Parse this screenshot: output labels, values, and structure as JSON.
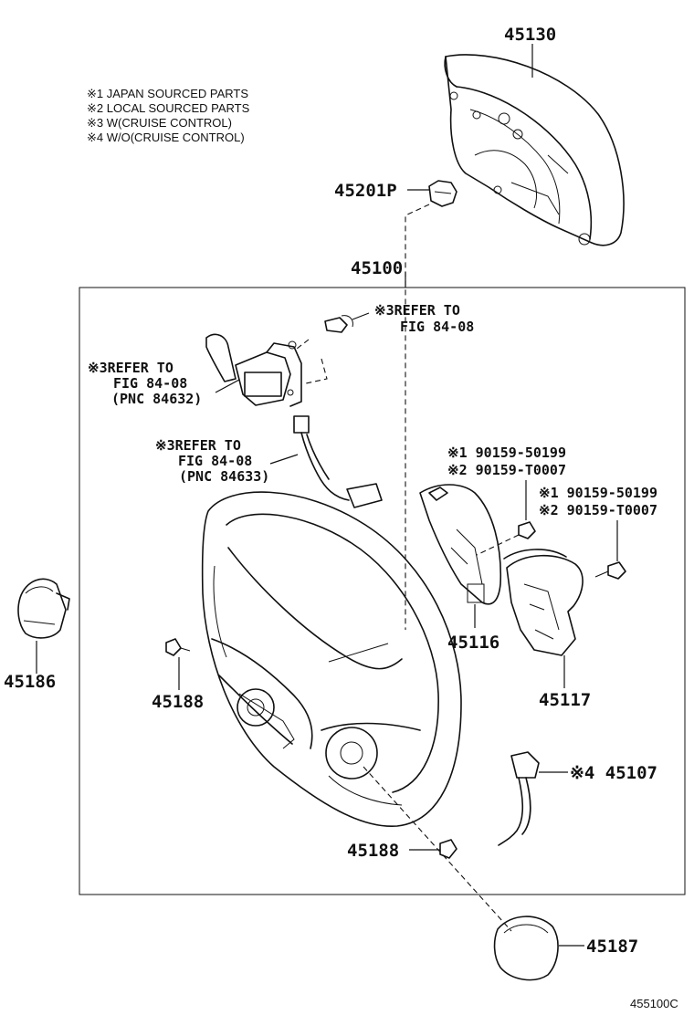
{
  "notes": [
    "※1 JAPAN SOURCED PARTS",
    "※2 LOCAL SOURCED PARTS",
    "※3 W(CRUISE CONTROL)",
    "※4 W/O(CRUISE CONTROL)"
  ],
  "callouts": {
    "pad_cover": "45130",
    "pad_screw": "45201P",
    "wheel_assy": "45100",
    "refer_top_1": "※3REFER TO",
    "refer_top_2": "FIG 84-08",
    "refer_switch_1": "※3REFER TO",
    "refer_switch_2": "FIG 84-08",
    "refer_switch_3": "(PNC 84632)",
    "refer_wire_1": "※3REFER TO",
    "refer_wire_2": "FIG 84-08",
    "refer_wire_3": "(PNC 84633)",
    "screw_a_1": "※1 90159-50199",
    "screw_a_2": "※2 90159-T0007",
    "screw_b_1": "※1 90159-50199",
    "screw_b_2": "※2 90159-T0007",
    "cover_lower": "45116",
    "cover_right": "45117",
    "cover_left": "45186",
    "bolt_left": "45188",
    "bolt_bottom": "45188",
    "wire_w_o": "※4 45107",
    "cap": "45187",
    "drawing_code": "455100C"
  }
}
